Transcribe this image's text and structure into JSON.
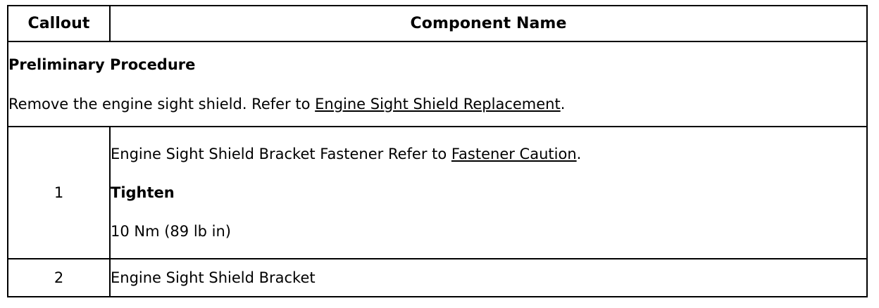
{
  "table": {
    "columns": [
      {
        "key": "callout",
        "label": "Callout"
      },
      {
        "key": "component_name",
        "label": "Component Name"
      }
    ],
    "preliminary": {
      "title": "Preliminary Procedure",
      "text_before_link": "Remove the engine sight shield. Refer to ",
      "link_text": "Engine Sight Shield Replacement",
      "text_after_link": "."
    },
    "rows": [
      {
        "callout": "1",
        "line1_before_link": "Engine Sight Shield Bracket Fastener Refer to ",
        "line1_link": "Fastener Caution",
        "line1_after_link": ".",
        "tighten_label": "Tighten",
        "torque": "10 Nm (89 lb in)"
      },
      {
        "callout": "2",
        "name": "Engine Sight Shield Bracket"
      }
    ]
  }
}
